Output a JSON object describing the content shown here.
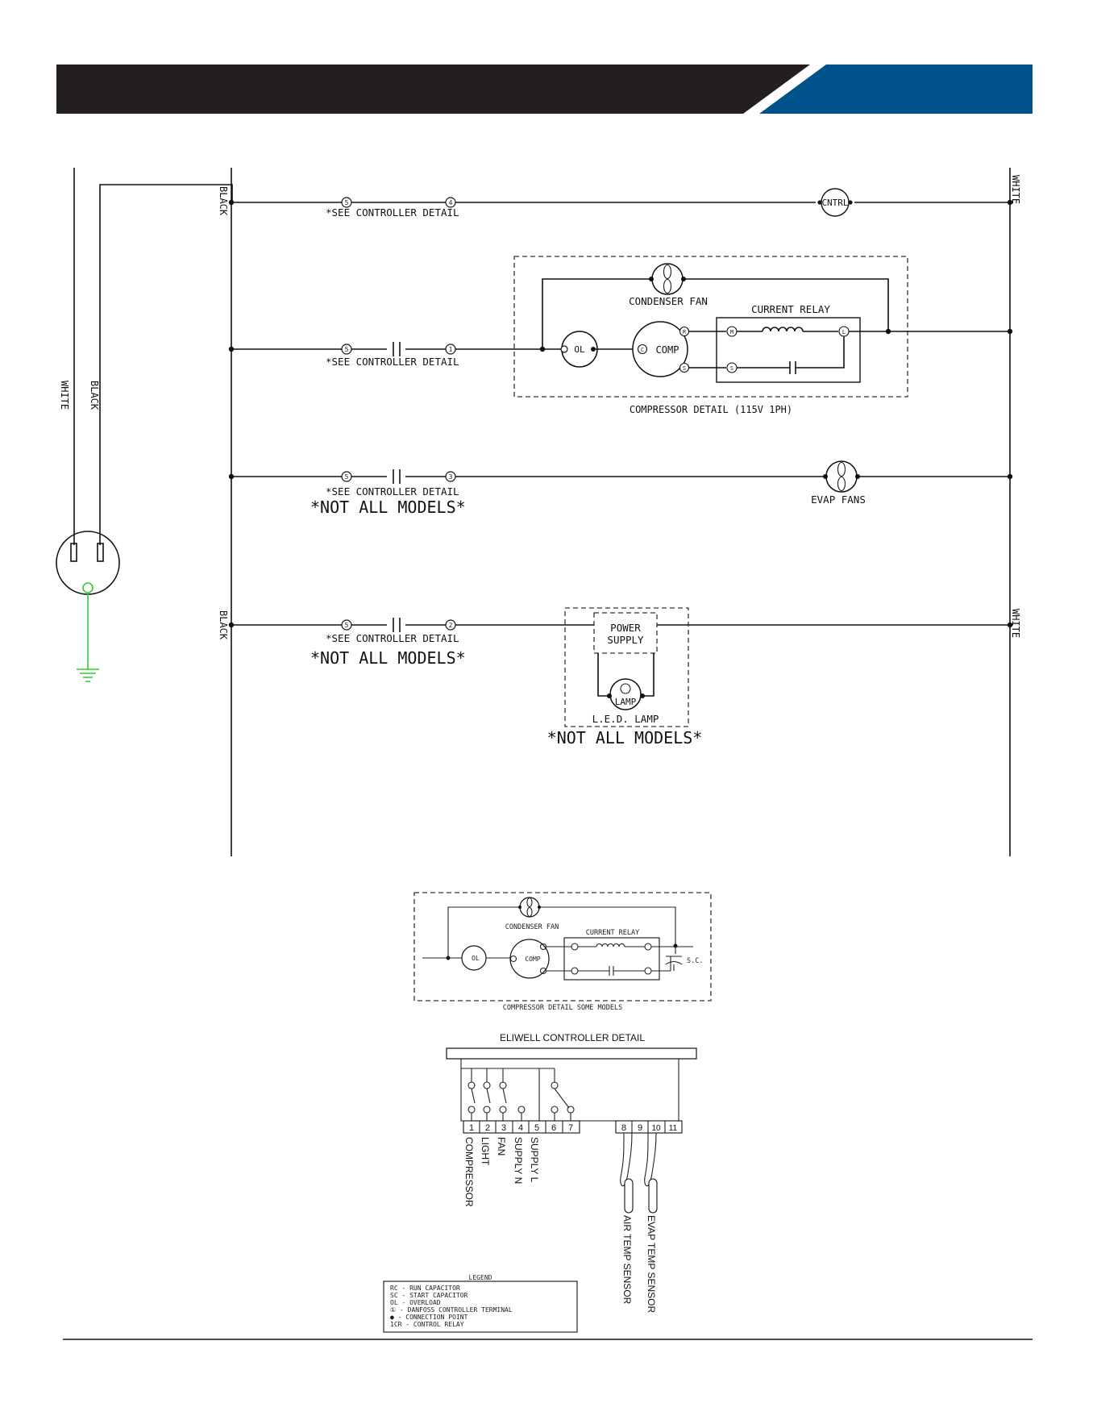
{
  "header": {
    "dark_color": "#231f20",
    "accent_color": "#00528a"
  },
  "wire_colors": {
    "black": "BLACK",
    "white": "WHITE"
  },
  "ground_color": "#33cc33",
  "rungs": {
    "controller": {
      "terminals": [
        "5",
        "4"
      ],
      "note": "*SEE CONTROLLER DETAIL",
      "load": "CNTRL"
    },
    "compressor": {
      "terminals": [
        "5",
        "1"
      ],
      "note": "*SEE CONTROLLER DETAIL",
      "detail_title": "COMPRESSOR DETAIL (115V 1PH)",
      "fan": "CONDENSER FAN",
      "relay": "CURRENT RELAY",
      "overload": "OL",
      "comp": "COMP",
      "relay_m": "M",
      "relay_s": "S",
      "relay_l": "L",
      "comp_r": "R",
      "comp_c": "C",
      "comp_s": "S"
    },
    "evap": {
      "terminals": [
        "5",
        "3"
      ],
      "note": "*SEE CONTROLLER DETAIL",
      "not_all": "*NOT ALL MODELS*",
      "load": "EVAP FANS"
    },
    "light": {
      "terminals": [
        "5",
        "2"
      ],
      "note": "*SEE CONTROLLER DETAIL",
      "not_all": "*NOT ALL MODELS*",
      "power_supply_1": "POWER",
      "power_supply_2": "SUPPLY",
      "lamp": "LAMP",
      "lamp_title": "L.E.D. LAMP",
      "not_all_2": "*NOT ALL MODELS*"
    }
  },
  "compressor_alt": {
    "fan": "CONDENSER FAN",
    "relay": "CURRENT RELAY",
    "overload": "OL",
    "comp": "COMP",
    "sc": "S.C.",
    "title": "COMPRESSOR DETAIL SOME MODELS"
  },
  "controller_detail": {
    "title": "ELIWELL CONTROLLER DETAIL",
    "terminals": [
      "1",
      "2",
      "3",
      "4",
      "5",
      "6",
      "7",
      "8",
      "9",
      "10",
      "11"
    ],
    "labels": [
      "COMPRESSOR",
      "LIGHT",
      "FAN",
      "SUPPLY N",
      "SUPPLY L"
    ],
    "sensors": [
      "AIR TEMP SENSOR",
      "EVAP TEMP SENSOR"
    ]
  },
  "legend": {
    "title": "LEGEND",
    "items": [
      "RC - RUN CAPACITOR",
      "SC - START CAPACITOR",
      "OL - OVERLOAD",
      "① - DANFOSS CONTROLLER TERMINAL",
      "● - CONNECTION POINT",
      "1CR - CONTROL RELAY"
    ]
  }
}
